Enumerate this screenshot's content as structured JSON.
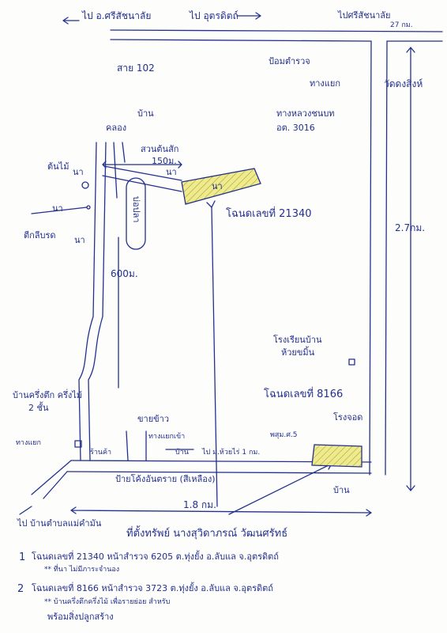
{
  "colors": {
    "ink": "#23308f",
    "hatch": "#e9e57d",
    "paper": "#fdfdfb"
  },
  "top_labels": {
    "to_sisatchanalai": "ไป อ.ศรีสัชนาลัย",
    "to_uttaradit": "ไป อุตรดิตถ์",
    "to_sisatchanalai_right": "ไปศรีสัชนาลัย",
    "distance_km": "27 กม."
  },
  "map_labels": {
    "highway": "สาย 102",
    "police_box": "ป้อมตำรวจ",
    "junction": "ทางแยก",
    "route": "ทางหลวงชนบท",
    "route_no": "อต. 3016",
    "house_top": "บ้าน",
    "canal": "คลอง",
    "rubber_garden": "สวนต้นสัก",
    "dist_150": "150ม.",
    "field_a": "นา",
    "field_b": "นา",
    "field_c": "นา",
    "field_d": "นา",
    "field_e": "นา",
    "trees": "ต้นไม้",
    "pond": "บ่อปลา",
    "well": "ตีกลีบรด",
    "dist_600": "600ม.",
    "parcel_21340": "โฉนดเลขที่ 21340",
    "temple": "วัดดงสิงห์",
    "dist_27": "2.7กม.",
    "school": "โรงเรียนบ้าน",
    "school_2": "ห้วยขมิ้น",
    "parcel_8166": "โฉนดเลขที่ 8166",
    "shed": "โรงจอด",
    "house_bottom": "บ้าน",
    "wood_house": "บ้านครึ่งตึก ครึ่งไม้",
    "wood_house_2": "2 ชั้น",
    "left_junction": "ทางแยก",
    "shop": "ขายข้าว",
    "bus_stop": "ทางแยกเข้า",
    "shop_2": "ร้านค้า",
    "house_mid": "บ้าน",
    "to_village": "ไป ม.ห้วยไร่ 1 กม.",
    "health_station": "พสุม.ศ.5",
    "sign": "ป้ายโค้งอันตราย (สีเหลือง)",
    "dist_18": "1.8 กม.",
    "bottom_left": "ไป บ้านตำบลแม่คำมัน"
  },
  "notes": {
    "header": "ที่ตั้งทรัพย์ นางสุวิดาภรณ์ วัฒนศรัทธ์",
    "n1_num": "1",
    "n1_line1": "โฉนดเลขที่ 21340 หน้าสำรวจ 6205 ต.ทุ่งยั้ง อ.ลับแล จ.อุตรดิตถ์",
    "n1_line2": "** ที่นา ไม่มีภาระจำนอง",
    "n2_num": "2",
    "n2_line1": "โฉนดเลขที่ 8166 หน้าสำรวจ 3723 ต.ทุ่งยั้ง อ.ลับแล จ.อุตรดิตถ์",
    "n2_line2": "** บ้านครึ่งตึกครึ่งไม้ เพื่อรายย่อย สำหรับ",
    "n2_line3": "พร้อมสิ่งปลูกสร้าง"
  }
}
